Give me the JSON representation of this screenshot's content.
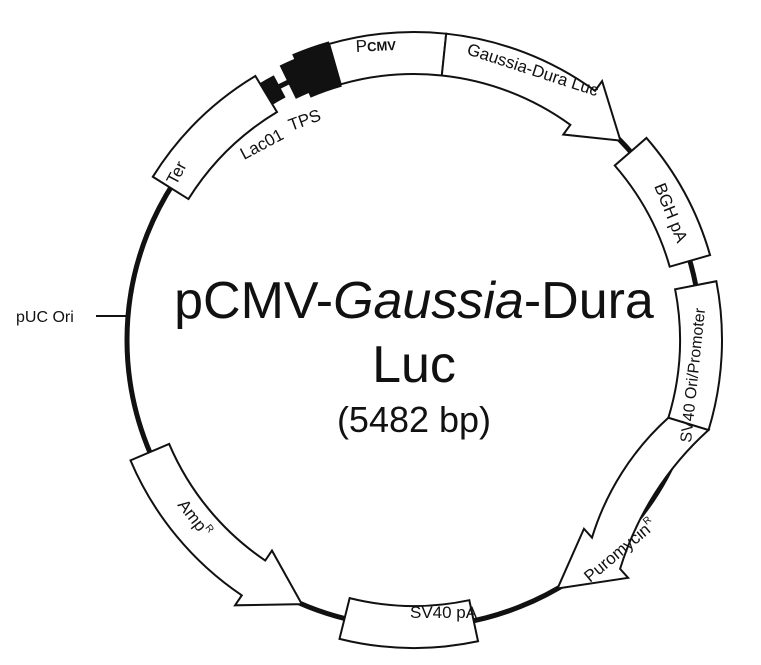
{
  "plasmid": {
    "name_part1": "pCMV-",
    "name_italic": "Gaussia",
    "name_part2": "-Dura",
    "name_line2": "Luc",
    "size": "(5482 bp)"
  },
  "features": {
    "pcmv": {
      "prefix": "P",
      "suffix": "CMV"
    },
    "gaussia": "Gaussia-Dura Luc",
    "bgh": "BGH pA",
    "sv40_ori": "SV40 Ori/Promoter",
    "puro": {
      "text": "Puromycin",
      "sup": "R"
    },
    "sv40_pa": "SV40 pA",
    "amp": {
      "text": "Amp",
      "sup": "R"
    },
    "ter": "Ter",
    "lac": "Lac01",
    "tps": "TPS",
    "puc": "pUC Ori"
  },
  "colors": {
    "stroke": "#111111",
    "fill": "#ffffff",
    "block": "#111111"
  }
}
